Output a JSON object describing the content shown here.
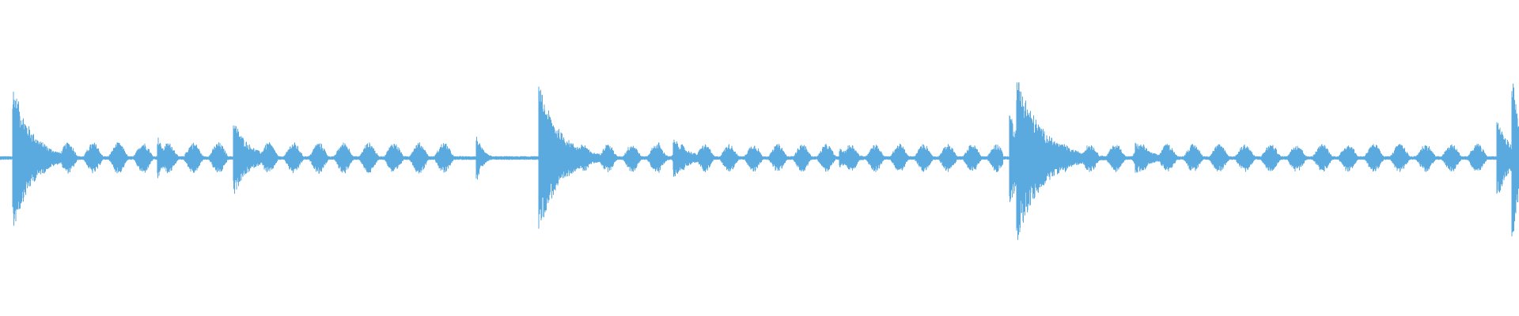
{
  "waveform": {
    "color": "#5aaae0",
    "background": "#ffffff",
    "style": "audio-amplitude-envelope",
    "transients": [
      {
        "t": 0.009,
        "peak": 0.46,
        "decay": 0.012
      },
      {
        "t": 0.104,
        "peak": 0.14,
        "decay": 0.004
      },
      {
        "t": 0.154,
        "peak": 0.24,
        "decay": 0.01
      },
      {
        "t": 0.314,
        "peak": 0.14,
        "decay": 0.004
      },
      {
        "t": 0.355,
        "peak": 0.46,
        "decay": 0.014
      },
      {
        "t": 0.434,
        "peak": 0.1,
        "decay": 0.003
      },
      {
        "t": 0.444,
        "peak": 0.12,
        "decay": 0.01
      },
      {
        "t": 0.553,
        "peak": 0.06,
        "decay": 0.01
      },
      {
        "t": 0.665,
        "peak": 0.3,
        "decay": 0.008
      },
      {
        "t": 0.67,
        "peak": 0.52,
        "decay": 0.016
      },
      {
        "t": 0.748,
        "peak": 0.1,
        "decay": 0.01
      },
      {
        "t": 0.986,
        "peak": 0.25,
        "decay": 0.008
      },
      {
        "t": 0.996,
        "peak": 0.5,
        "decay": 0.006
      }
    ],
    "pulse_segments": [
      {
        "start": 0.02,
        "end": 0.3,
        "period": 0.0165,
        "amp": 0.1
      },
      {
        "start": 0.36,
        "end": 0.66,
        "period": 0.016,
        "amp": 0.09
      },
      {
        "start": 0.675,
        "end": 0.98,
        "period": 0.017,
        "amp": 0.09
      }
    ],
    "noise_floor": 0.012
  }
}
